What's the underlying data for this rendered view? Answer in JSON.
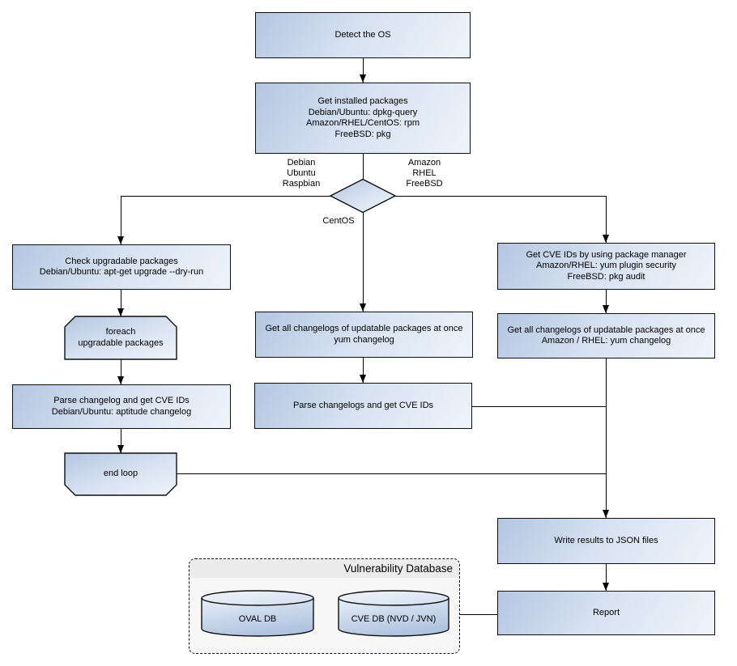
{
  "diagram": {
    "nodes": {
      "detect_os": "Detect the OS",
      "get_installed_packages": "Get installed packages\nDebian/Ubuntu: dpkg-query\nAmazon/RHEL/CentOS: rpm\nFreeBSD: pkg",
      "check_upgradable": "Check upgradable packages\nDebian/Ubuntu: apt-get upgrade --dry-run",
      "foreach_loop": "foreach\nupgradable  packages",
      "parse_changelog_left": "Parse changelog and get  CVE IDs\nDebian/Ubuntu: aptitude changelog",
      "end_loop": "end loop",
      "get_changelogs_centos": "Get all changelogs of updatable packages at once\nyum changelog",
      "parse_changelogs_centos": "Parse changelogs and get CVE IDs",
      "get_cve_ids_pkg_mgr": "Get CVE IDs by using package manager\nAmazon/RHEL: yum plugin security\nFreeBSD: pkg audit",
      "get_changelogs_rhel": "Get all changelogs of updatable packages at once\nAmazon / RHEL: yum changelog",
      "write_results": "Write results to JSON files",
      "report": "Report"
    },
    "branch_labels": {
      "debian_branch": "Debian\nUbuntu\nRaspbian",
      "amazon_branch": "Amazon\nRHEL\nFreeBSD",
      "centos_branch": "CentOS"
    },
    "vulnerability_database": {
      "title": "Vulnerability Database",
      "oval_db": "OVAL DB",
      "cve_db": "CVE DB (NVD / JVN)"
    },
    "colors": {
      "node_gradient_start": "#b3c6e1",
      "node_gradient_end": "#eff4fb",
      "node_border": "#0e0e0e",
      "connector": "#000000",
      "group_background": "#f7f7f7",
      "group_titlebar": "#ececec"
    }
  }
}
